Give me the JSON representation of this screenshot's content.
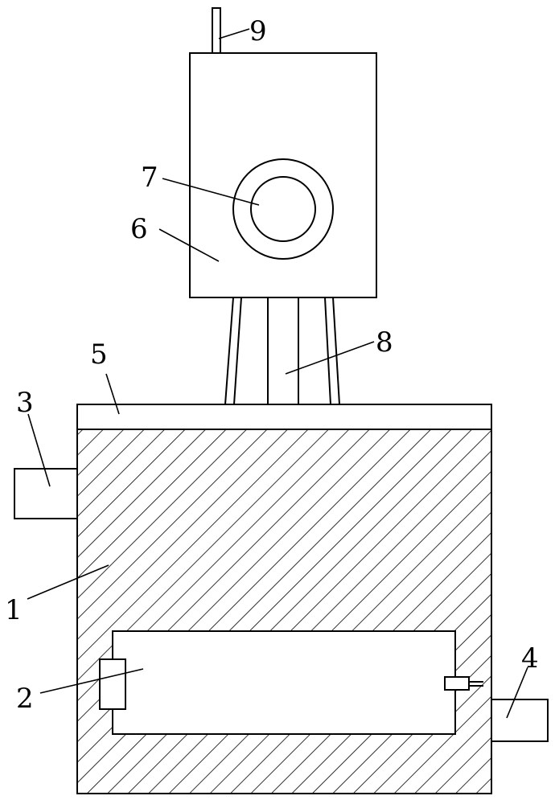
{
  "diagram": {
    "labels": {
      "n1": "1",
      "n2": "2",
      "n3": "3",
      "n4": "4",
      "n5": "5",
      "n6": "6",
      "n7": "7",
      "n8": "8",
      "n9": "9"
    }
  }
}
